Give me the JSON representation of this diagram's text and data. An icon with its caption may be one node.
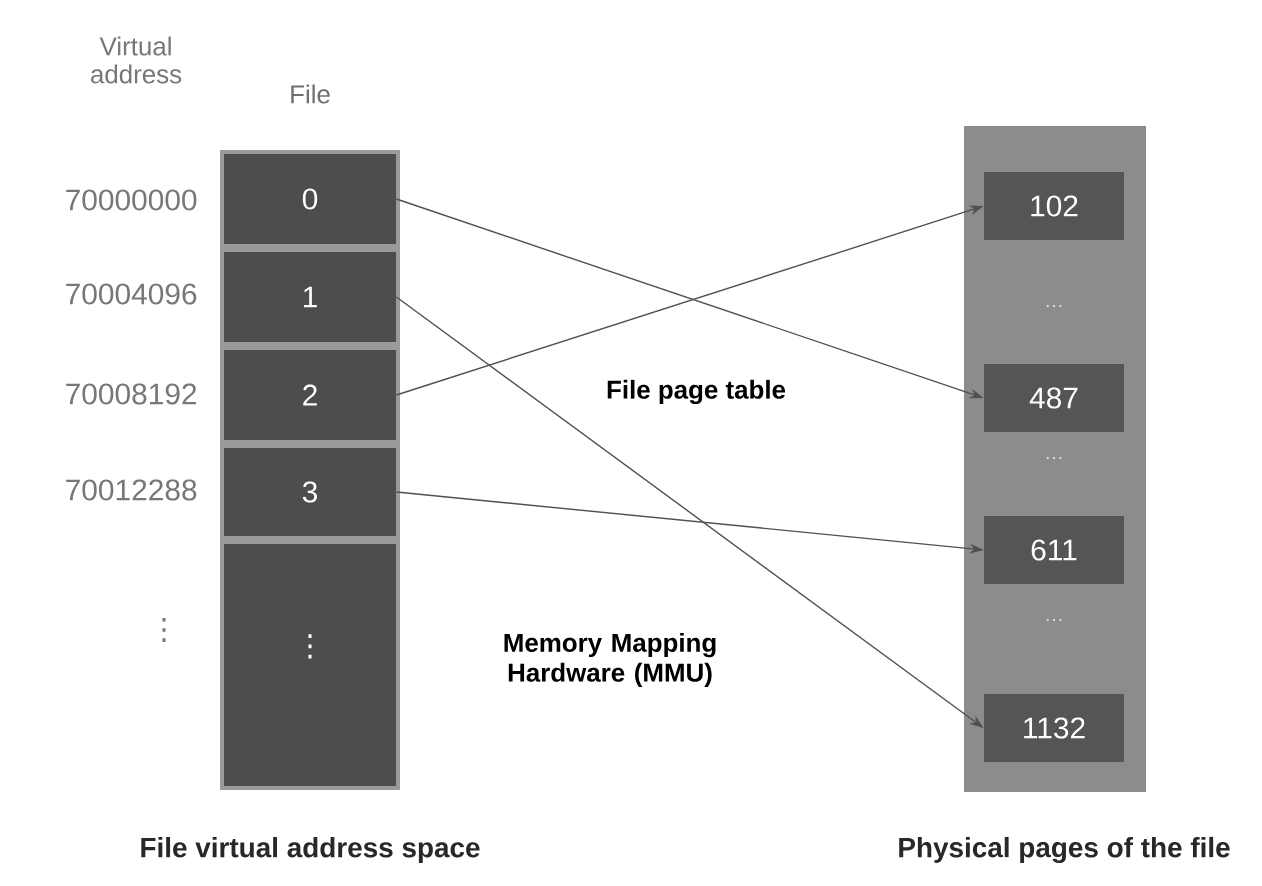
{
  "diagram": {
    "nodes": [
      {
        "text": [
          "File"
        ],
        "beside": [
          "File virtual address space"
        ]
      },
      {
        "text": [
          "0"
        ],
        "in": 0
      },
      {
        "text": [
          "1"
        ],
        "in": 0
      },
      {
        "text": [
          "2"
        ],
        "in": 0
      },
      {
        "text": [
          "3"
        ],
        "in": 0
      },
      {
        "text": [
          "⋮"
        ],
        "in": 0
      },
      {
        "text": [],
        "shape": "box",
        "beside": [
          "Physical pages of the file"
        ]
      },
      {
        "text": [
          "102"
        ],
        "in": 6
      },
      {
        "text": [
          "487"
        ],
        "in": 6
      },
      {
        "text": [
          "611"
        ],
        "in": 6
      },
      {
        "text": [
          "1132"
        ],
        "in": 6
      }
    ],
    "edges": [
      {
        "from": 1,
        "to": 8,
        "arrow": "to"
      },
      {
        "from": 2,
        "to": 10,
        "arrow": "to"
      },
      {
        "from": 3,
        "to": 7,
        "arrow": "to"
      },
      {
        "from": 4,
        "to": 9,
        "arrow": "to"
      }
    ],
    "labels": [
      "Virtual address",
      "70000000",
      "70004096",
      "70008192",
      "70012288",
      "⋮",
      "…",
      "…",
      "…",
      "File page table",
      "Memory Mapping Hardware (MMU)"
    ]
  }
}
